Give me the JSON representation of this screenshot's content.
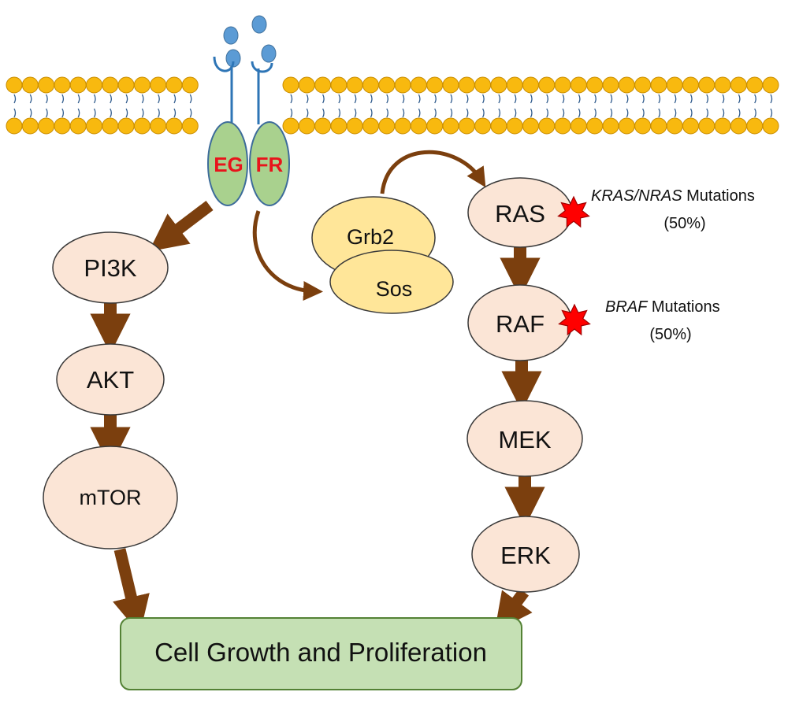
{
  "receptor": {
    "left_label": "EG",
    "right_label": "FR"
  },
  "pi3k_pathway": [
    "PI3K",
    "AKT",
    "mTOR"
  ],
  "adaptors": {
    "top": "Grb2",
    "bottom": "Sos"
  },
  "mapk_pathway": [
    "RAS",
    "RAF",
    "MEK",
    "ERK"
  ],
  "mutations": {
    "ras": {
      "genes": "KRAS/NRAS",
      "suffix": " Mutations",
      "percent": "(50%)"
    },
    "raf": {
      "genes": "BRAF",
      "suffix": " Mutations",
      "percent": "(50%)"
    }
  },
  "outcome": "Cell Growth and Proliferation",
  "colors": {
    "lipid_head": "#f8b90f",
    "lipid_head_stroke": "#c78b00",
    "lipid_tail": "#2e5a8c",
    "receptor_fill": "#a9d18e",
    "receptor_stroke": "#3d6c9a",
    "ligand": "#5b9bd5",
    "node_fill": "#fbe5d6",
    "node_stroke": "#3a3a3a",
    "adaptor_fill": "#ffe699",
    "arrow": "#7b3f0e",
    "outcome_fill": "#c5e0b4",
    "outcome_stroke": "#548235",
    "star": "#ff0000"
  }
}
